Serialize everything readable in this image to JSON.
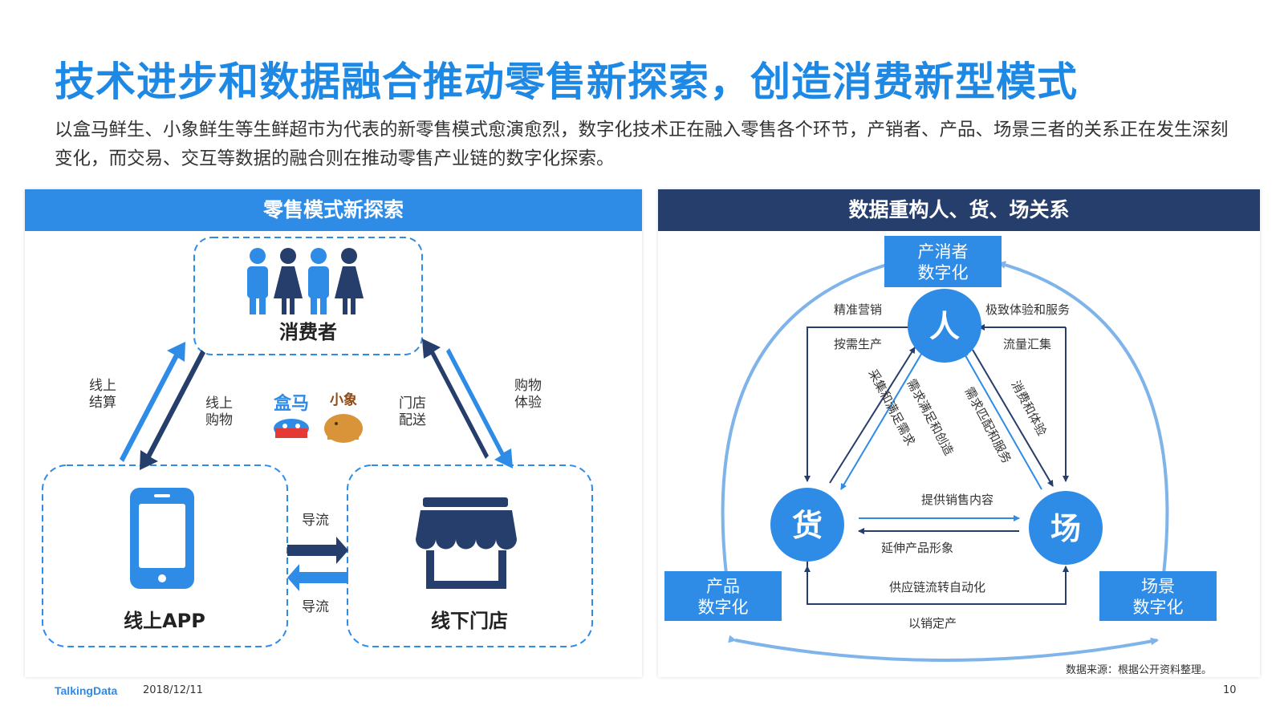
{
  "title": "技术进步和数据融合推动零售新探索，创造消费新型模式",
  "subtitle": "以盒马鲜生、小象鲜生等生鲜超市为代表的新零售模式愈演愈烈，数字化技术正在融入零售各个环节，产销者、产品、场景三者的关系正在发生深刻变化，而交易、交互等数据的融合则在推动零售产业链的数字化探索。",
  "left_panel": {
    "header": "零售模式新探索",
    "consumer": "消费者",
    "online_app": "线上APP",
    "offline_store": "线下门店",
    "arrow_online_checkout": "线上\n结算",
    "arrow_online_shopping": "线上\n购物",
    "arrow_store_delivery": "门店\n配送",
    "arrow_shopping_experience": "购物\n体验",
    "flow_top": "导流",
    "flow_bottom": "导流",
    "brand_hema": "盒马",
    "brand_xiaoxiang": "小象"
  },
  "right_panel": {
    "header": "数据重构人、货、场关系",
    "node_person": "人",
    "node_goods": "货",
    "node_venue": "场",
    "box_prosumer": "产消者\n数字化",
    "box_product": "产品\n数字化",
    "box_scene": "场景\n数字化",
    "precise_marketing": "精准营销",
    "on_demand_production": "按需生产",
    "ultimate_experience": "极致体验和服务",
    "traffic_aggregation": "流量汇集",
    "collect_demand": "采集和满足需求",
    "demand_satisfy": "需求满足和创造",
    "demand_service": "需求匹配和服务",
    "consume_experience": "消费和体验",
    "provide_sales": "提供销售内容",
    "extend_image": "延伸产品形象",
    "supply_chain": "供应链流转自动化",
    "sales_production": "以销定产"
  },
  "source": "数据来源：根据公开资料整理。",
  "footer": {
    "logo": "TalkingData",
    "date": "2018/12/11",
    "page": "10"
  },
  "colors": {
    "blue": "#2e8be6",
    "navy": "#263e6b",
    "light_blue": "#7fb4ea"
  }
}
